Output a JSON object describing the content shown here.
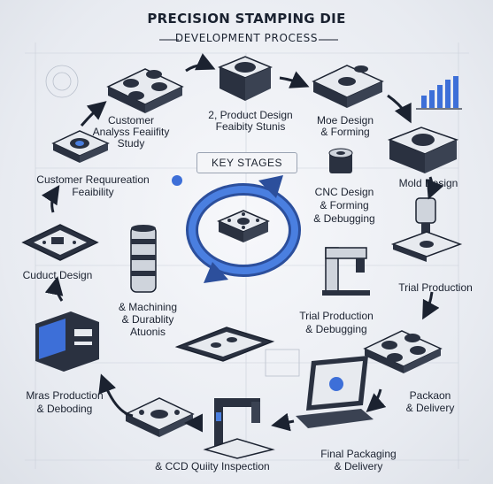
{
  "title": {
    "main": "PRECISION STAMPING DIE",
    "sub": "DEVELOPMENT PROCESS"
  },
  "key_stages": "KEY STAGES",
  "labels": {
    "customer_analysis": "Customer\nAnalyss Feaiifity\nStudy",
    "product_design_top": "2, Product Design\nFeaibity Stunis",
    "mold_design_top": "Moe Design\n& Forming",
    "customer_requirement": "Customer Requureation\nFeaibility",
    "mold_design_right": "Mold Design",
    "cnc_design": "CNC Design\n& Forming\n& Debugging",
    "product_design_left": "Cuduct Design",
    "trial_production_right": "Trial Production",
    "machining": "& Machining\n& Durablity\nAtuonis",
    "trial_debugging": "Trial Production\n& Debugging",
    "mass_production": "Mras Production\n& Deboding",
    "packaging_delivery": "Packaon\n& Delivery",
    "qc_inspection": "& CCD Quiity Inspection",
    "final_packaging": "Final Packaging\n& Delivery"
  },
  "colors": {
    "ink": "#1b2230",
    "steel_dark": "#2a3140",
    "steel_light": "#e7eaef",
    "accent_blue": "#3d6fd8",
    "grid": "#c9cfd9"
  }
}
